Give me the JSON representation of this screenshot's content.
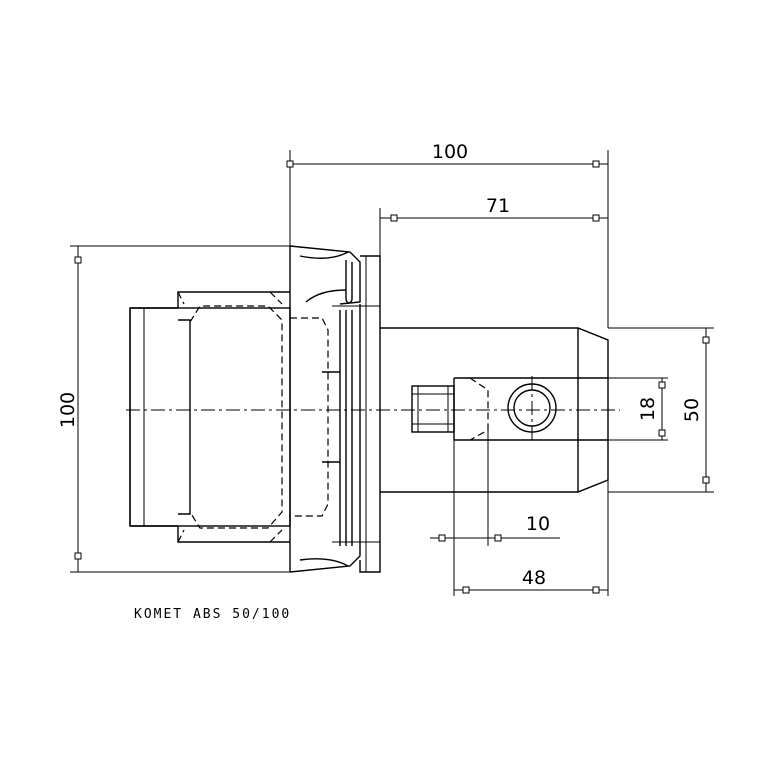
{
  "drawing": {
    "dimensions": {
      "overall_length": "100",
      "shank_length": "71",
      "flange_diameter": "100",
      "body_diameter": "50",
      "bore_diameter": "18",
      "offset_small": "10",
      "offset_length": "48"
    },
    "caption": "KOMET ABS 50/100"
  }
}
